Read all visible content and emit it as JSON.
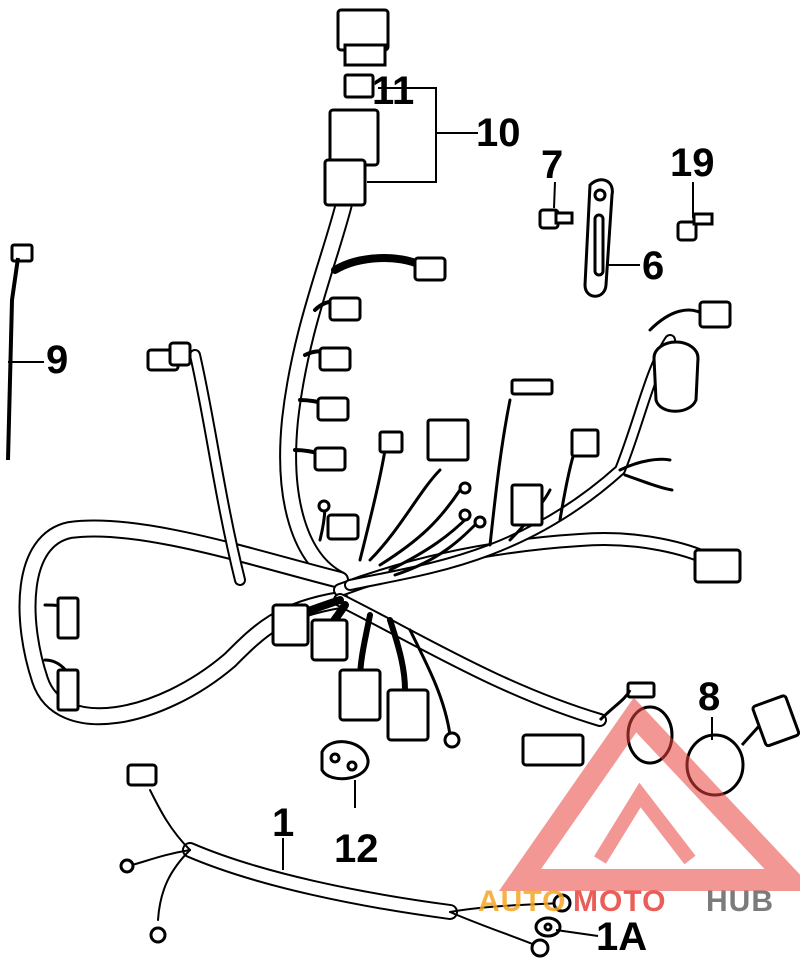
{
  "callouts": {
    "c1": "1",
    "c1a": "1A",
    "c6": "6",
    "c7": "7",
    "c8": "8",
    "c9": "9",
    "c10": "10",
    "c11": "11",
    "c12": "12",
    "c19": "19"
  },
  "watermark": {
    "part1": "AUTO",
    "part2": "MOTO",
    "part3": "HUB",
    "colors": {
      "orange": "#f5a623",
      "red": "#e8413c",
      "gray": "#6d6d6d"
    }
  }
}
